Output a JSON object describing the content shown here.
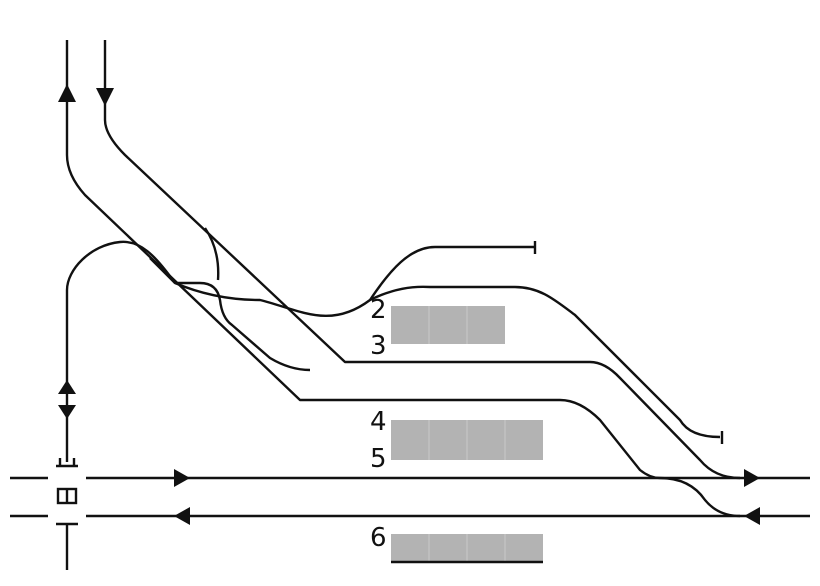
{
  "diagram": {
    "track_numbers": [
      "2",
      "3",
      "4",
      "5",
      "6"
    ]
  },
  "colors": {
    "track": "#111111",
    "platform": "#b3b3b3",
    "background": "#ffffff"
  }
}
